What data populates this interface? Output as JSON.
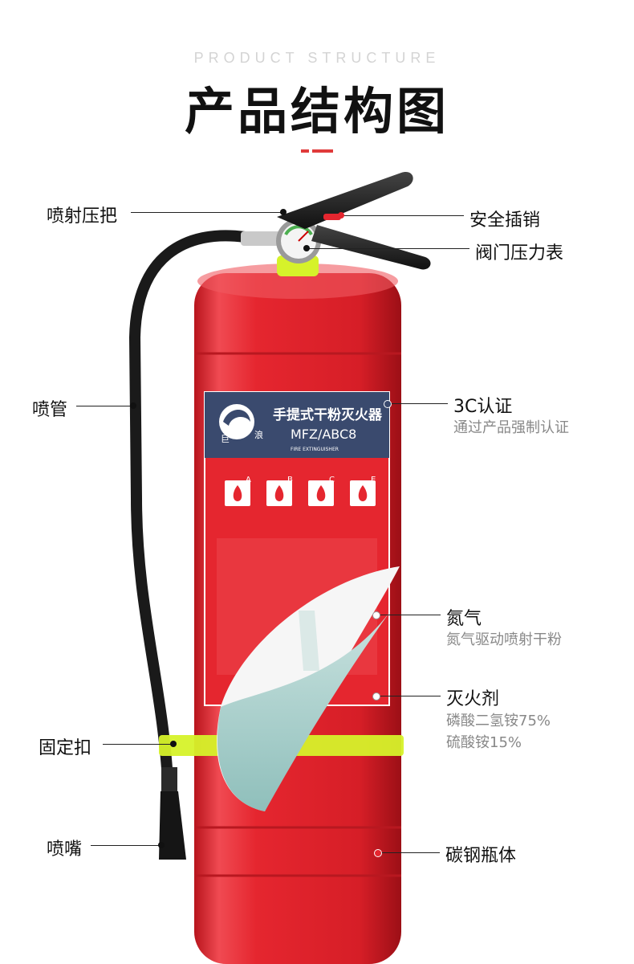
{
  "header": {
    "subtitle": "PRODUCT STRUCTURE",
    "title": "产品结构图"
  },
  "colors": {
    "accent_red": "#e03a3a",
    "body_red": "#e5262f",
    "clip_yellow": "#d6f22a",
    "label_panel": "#3a4a6e",
    "powder": "#a9cdca",
    "callout_dot": "#ffffff"
  },
  "product_label": {
    "name": "手提式干粉灭火器",
    "model": "MFZ/ABC8",
    "english": "FIRE EXTINGUISHER",
    "brand": "浪",
    "brand_left": "巨",
    "fire_classes": [
      "A",
      "B",
      "C",
      "E"
    ]
  },
  "callouts": {
    "handle": {
      "label": "喷射压把"
    },
    "safety_pin": {
      "label": "安全插销"
    },
    "gauge": {
      "label": "阀门压力表"
    },
    "hose": {
      "label": "喷管"
    },
    "certification": {
      "label": "3C认证",
      "desc": "通过产品强制认证"
    },
    "nitrogen": {
      "label": "氮气",
      "desc": "氮气驱动喷射干粉"
    },
    "agent": {
      "label": "灭火剂",
      "desc_1": "磷酸二氢铵75%",
      "desc_2": "硫酸铵15%"
    },
    "clip": {
      "label": "固定扣"
    },
    "nozzle": {
      "label": "喷嘴"
    },
    "cylinder": {
      "label": "碳钢瓶体"
    }
  }
}
